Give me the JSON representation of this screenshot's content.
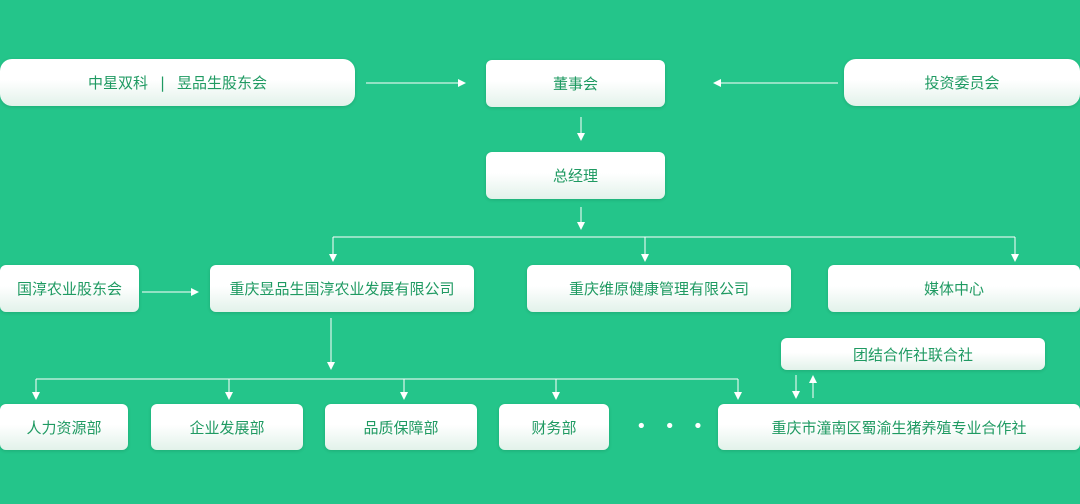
{
  "nodes": {
    "shareholders_zxsk": {
      "part1": "中星双科",
      "sep": "|",
      "part2": "昱品生股东会"
    },
    "board": "董事会",
    "investment_committee": "投资委员会",
    "general_manager": "总经理",
    "guochun_shareholders": "国淳农业股东会",
    "cq_yupin_guochun": "重庆昱品生国淳农业发展有限公司",
    "cq_weiyuan_health": "重庆维原健康管理有限公司",
    "media_center": "媒体中心",
    "cooperative_union": "团结合作社联合社",
    "hr_dept": "人力资源部",
    "enterprise_dev_dept": "企业发展部",
    "quality_assurance_dept": "品质保障部",
    "finance_dept": "财务部",
    "ellipsis": "• • •",
    "cq_pig_cooperative": "重庆市潼南区蜀渝生猪养殖专业合作社"
  },
  "colors": {
    "background": "#24c58a",
    "box_text": "#1f9a62",
    "connector": "#ffffff"
  }
}
